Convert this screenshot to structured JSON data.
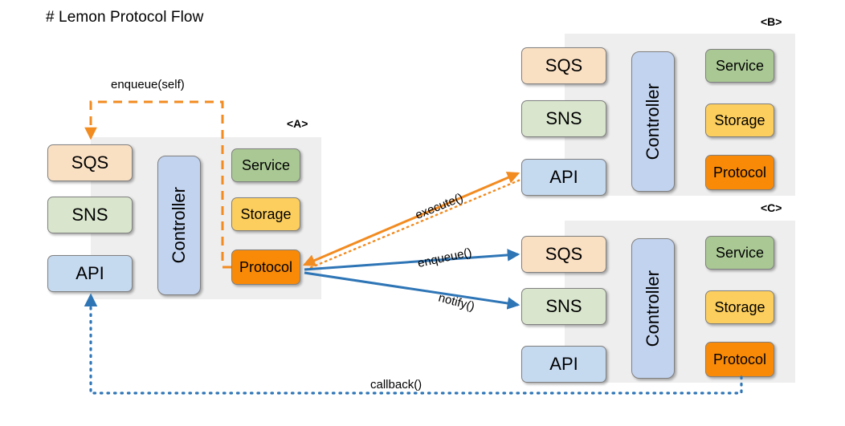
{
  "title": "# Lemon Protocol Flow",
  "colors": {
    "panel_bg": "#efeeee",
    "sqs": "#fae0c3",
    "sns": "#d9e6cd",
    "api": "#c5d9ef",
    "service": "#a9c894",
    "storage": "#fcce5d",
    "protocol": "#f98a07",
    "controller": "#c2d3ef",
    "orange_edge": "#f28b20",
    "blue_edge": "#2e75b6",
    "border": "#808080"
  },
  "groups": [
    {
      "id": "a",
      "label": "<A>",
      "nodes": {
        "sqs": "SQS",
        "sns": "SNS",
        "api": "API",
        "controller": "Controller",
        "service": "Service",
        "storage": "Storage",
        "protocol": "Protocol"
      }
    },
    {
      "id": "b",
      "label": "<B>",
      "nodes": {
        "sqs": "SQS",
        "sns": "SNS",
        "api": "API",
        "controller": "Controller",
        "service": "Service",
        "storage": "Storage",
        "protocol": "Protocol"
      }
    },
    {
      "id": "c",
      "label": "<C>",
      "nodes": {
        "sqs": "SQS",
        "sns": "SNS",
        "api": "API",
        "controller": "Controller",
        "service": "Service",
        "storage": "Storage",
        "protocol": "Protocol"
      }
    }
  ],
  "edges": {
    "enqueue_self": "enqueue(self)",
    "execute": "execute()",
    "enqueue": "enqueue()",
    "notify": "notify()",
    "callback": "callback()"
  }
}
